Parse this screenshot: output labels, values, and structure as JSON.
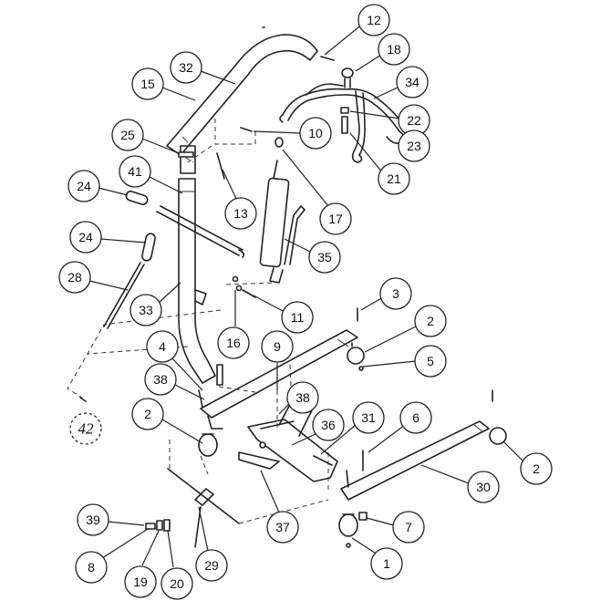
{
  "callouts": [
    {
      "label": "12"
    },
    {
      "label": "18"
    },
    {
      "label": "32"
    },
    {
      "label": "34"
    },
    {
      "label": "15"
    },
    {
      "label": "22"
    },
    {
      "label": "25"
    },
    {
      "label": "10"
    },
    {
      "label": "23"
    },
    {
      "label": "41"
    },
    {
      "label": "21"
    },
    {
      "label": "24"
    },
    {
      "label": "13"
    },
    {
      "label": "17"
    },
    {
      "label": "24"
    },
    {
      "label": "35"
    },
    {
      "label": "28"
    },
    {
      "label": "3"
    },
    {
      "label": "33"
    },
    {
      "label": "11"
    },
    {
      "label": "2"
    },
    {
      "label": "4"
    },
    {
      "label": "16"
    },
    {
      "label": "9"
    },
    {
      "label": "5"
    },
    {
      "label": "38"
    },
    {
      "label": "38"
    },
    {
      "label": "2"
    },
    {
      "label": "36"
    },
    {
      "label": "31"
    },
    {
      "label": "6"
    },
    {
      "label": "2"
    },
    {
      "label": "30"
    },
    {
      "label": "39"
    },
    {
      "label": "37"
    },
    {
      "label": "7"
    },
    {
      "label": "8"
    },
    {
      "label": "29"
    },
    {
      "label": "1"
    },
    {
      "label": "19"
    },
    {
      "label": "20"
    }
  ],
  "reference_label": "42"
}
